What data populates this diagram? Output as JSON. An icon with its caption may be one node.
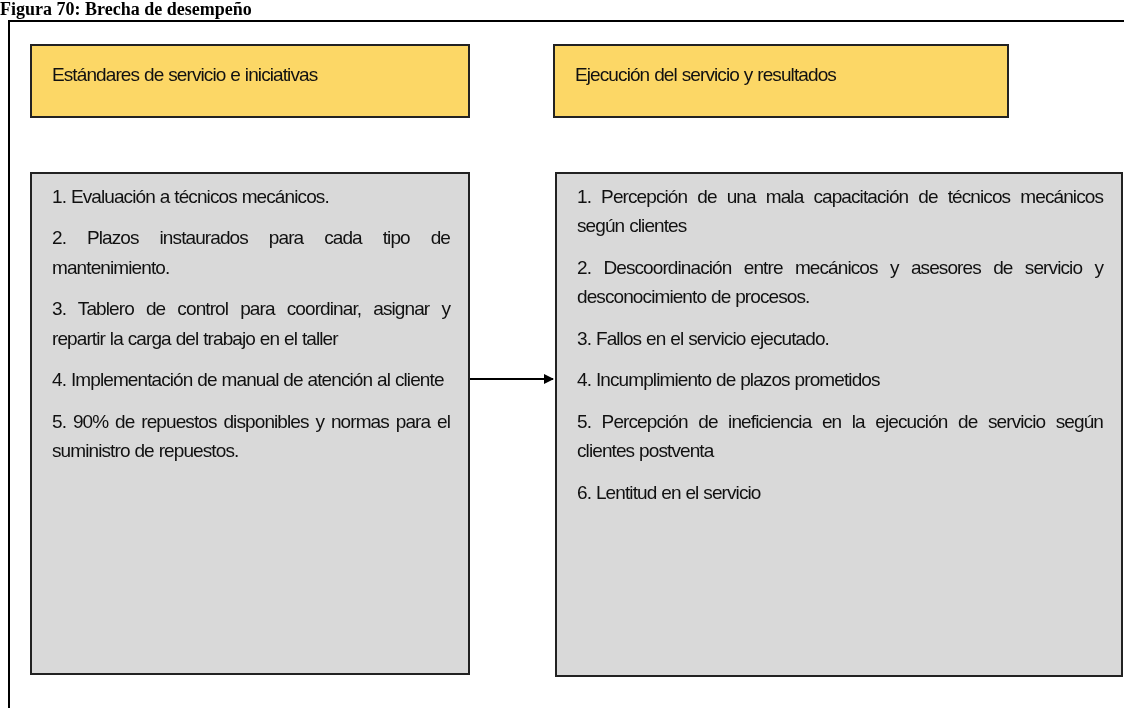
{
  "diagram": {
    "title": "Figura 70: Brecha de desempeño",
    "nodes": [
      {
        "text": [
          "Estándares de servicio e iniciativas"
        ]
      },
      {
        "text": [
          "Ejecución del servicio y resultados"
        ]
      },
      {
        "text": [
          "1. Evaluación a técnicos mecánicos.",
          "2. Plazos instaurados para cada tipo de mantenimiento.",
          "3. Tablero de control para coordinar, asignar y repartir la carga del trabajo en el taller",
          "4. Implementación de manual de atención al cliente",
          "5. 90% de repuestos disponibles y normas para el suministro de repuestos."
        ]
      },
      {
        "text": [
          "1. Percepción de una mala capacitación de técnicos mecánicos según clientes",
          "2. Descoordinación entre mecánicos y asesores de servicio y desconocimiento de procesos.",
          "3. Fallos en el servicio ejecutado.",
          "4. Incumplimiento de plazos prometidos",
          "5. Percepción de ineficiencia en la ejecución de servicio según clientes postventa",
          "6. Lentitud en el servicio"
        ]
      }
    ],
    "edges": [
      {
        "from": 2,
        "to": 3,
        "arrow": "to"
      }
    ]
  }
}
